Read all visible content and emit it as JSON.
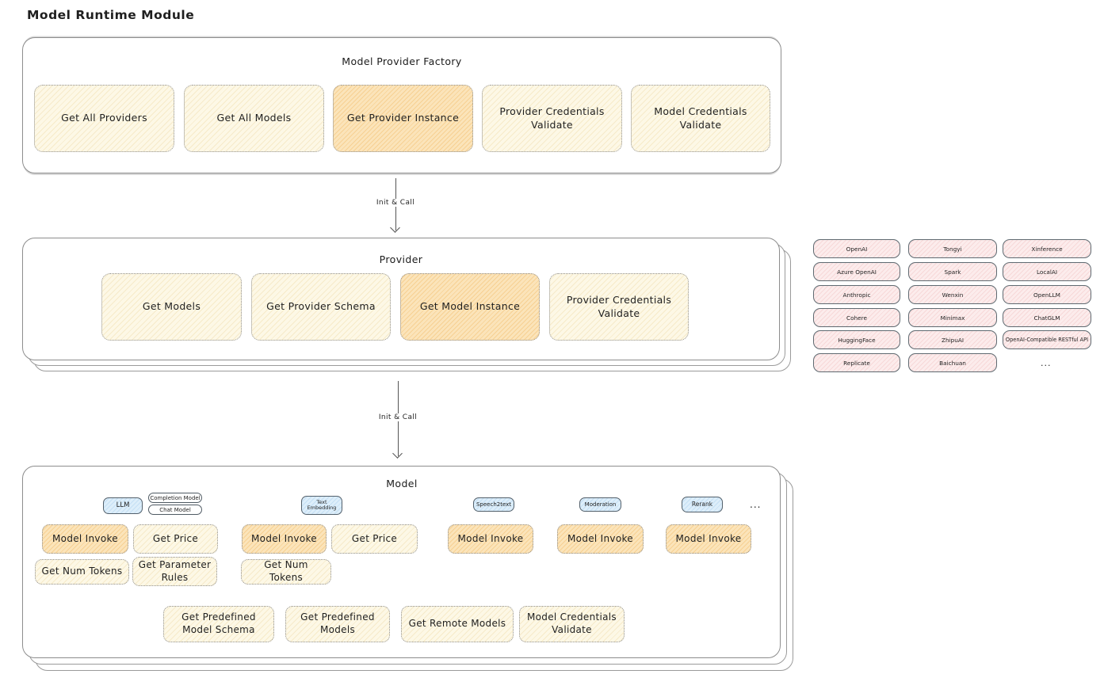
{
  "title": "Model Runtime Module",
  "arrow1_label": "Init & Call",
  "arrow2_label": "Init & Call",
  "colors": {
    "cream_fill": "#FDF8E6",
    "orange_highlight_fill": "#FBE4BA",
    "blue_tab_fill": "#DDEEFA",
    "pink_chip_fill": "#FCECEC",
    "ink": "#1F1F1F",
    "container_border": "#8D8D8D",
    "dotted_border": "#909090"
  },
  "factory": {
    "title": "Model Provider Factory",
    "items": [
      {
        "label": "Get All Providers",
        "highlight": false
      },
      {
        "label": "Get All Models",
        "highlight": false
      },
      {
        "label": "Get Provider Instance",
        "highlight": true
      },
      {
        "label": "Provider Credentials Validate",
        "highlight": false
      },
      {
        "label": "Model Credentials Validate",
        "highlight": false
      }
    ]
  },
  "provider": {
    "title": "Provider",
    "items": [
      {
        "label": "Get Models",
        "highlight": false
      },
      {
        "label": "Get Provider Schema",
        "highlight": false
      },
      {
        "label": "Get Model Instance",
        "highlight": true
      },
      {
        "label": "Provider Credentials Validate",
        "highlight": false
      }
    ]
  },
  "providers_grid": {
    "items": [
      "OpenAI",
      "Tongyi",
      "Xinference",
      "Azure OpenAI",
      "Spark",
      "LocalAI",
      "Anthropic",
      "Wenxin",
      "OpenLLM",
      "Cohere",
      "Minimax",
      "ChatGLM",
      "HuggingFace",
      "ZhipuAI",
      "OpenAI-Compatible RESTful API",
      "Replicate",
      "Baichuan"
    ],
    "more": "..."
  },
  "model": {
    "title": "Model",
    "tabs": {
      "llm": "LLM",
      "completion_model": "Completion Model",
      "chat_model": "Chat Model",
      "text_embedding": "Text Embedding",
      "speech2text": "Speech2text",
      "moderation": "Moderation",
      "rerank": "Rerank",
      "more": "..."
    },
    "functions": {
      "model_invoke": "Model Invoke",
      "get_price": "Get Price",
      "get_num_tokens": "Get Num Tokens",
      "get_parameter_rules": "Get Parameter Rules"
    },
    "bottom_items": [
      "Get Predefined Model Schema",
      "Get Predefined Models",
      "Get Remote Models",
      "Model Credentials Validate"
    ]
  }
}
